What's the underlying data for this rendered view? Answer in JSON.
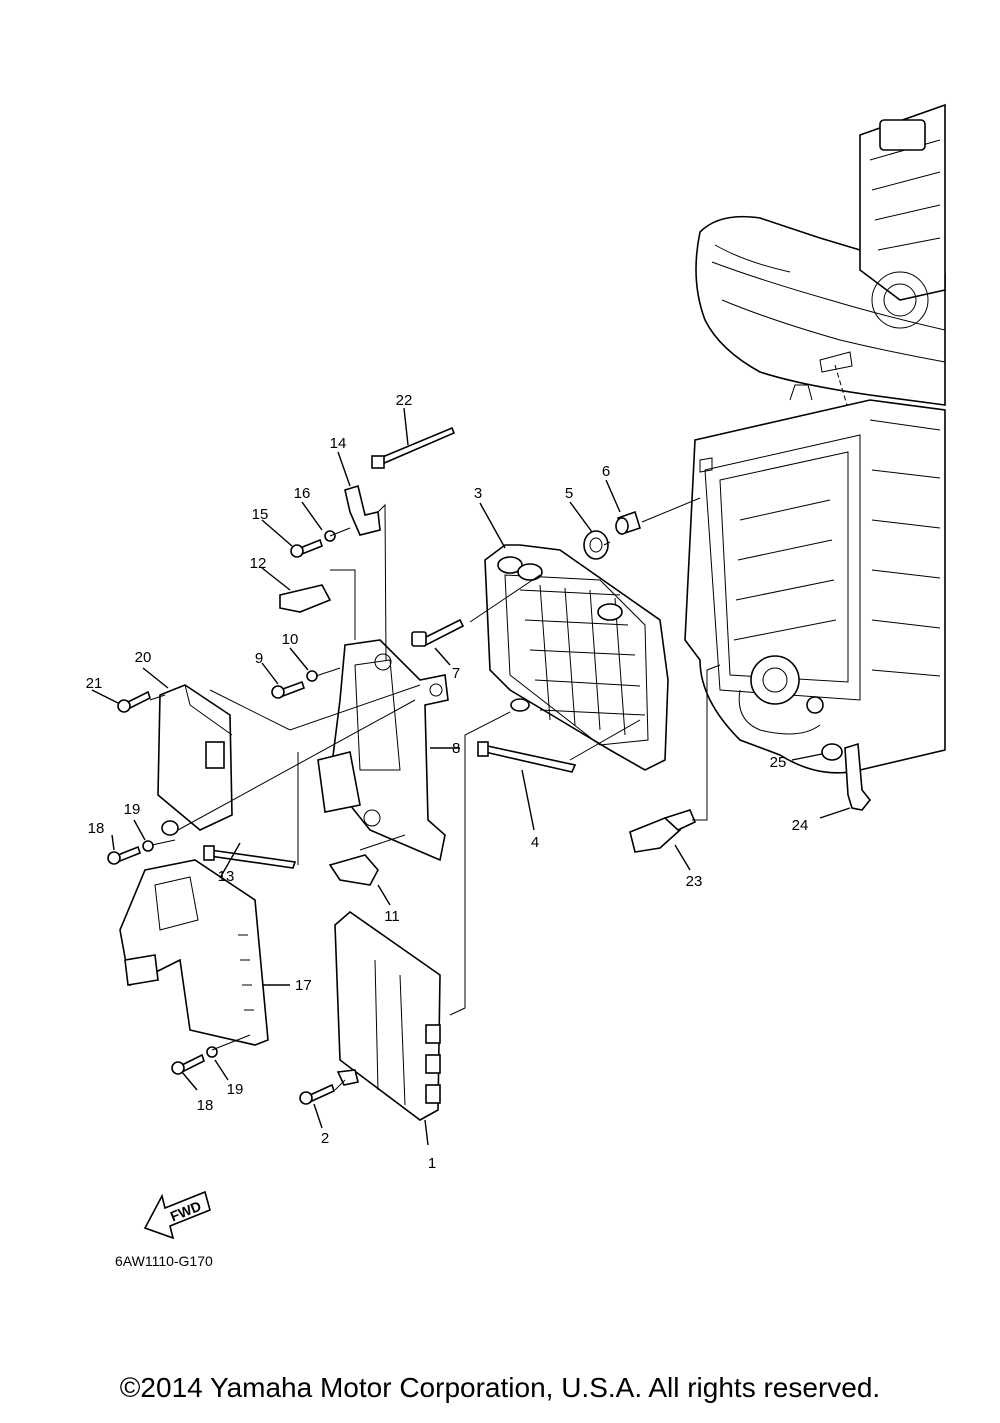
{
  "diagram": {
    "drawing_code": "6AW1110-G170",
    "fwd_label": "FWD",
    "copyright": "©2014 Yamaha Motor Corporation, U.S.A. All rights reserved.",
    "callouts": [
      "1",
      "2",
      "3",
      "4",
      "5",
      "6",
      "7",
      "8",
      "9",
      "10",
      "11",
      "12",
      "13",
      "14",
      "15",
      "16",
      "17",
      "18",
      "19",
      "18",
      "19",
      "20",
      "21",
      "22",
      "23",
      "24",
      "25"
    ]
  }
}
